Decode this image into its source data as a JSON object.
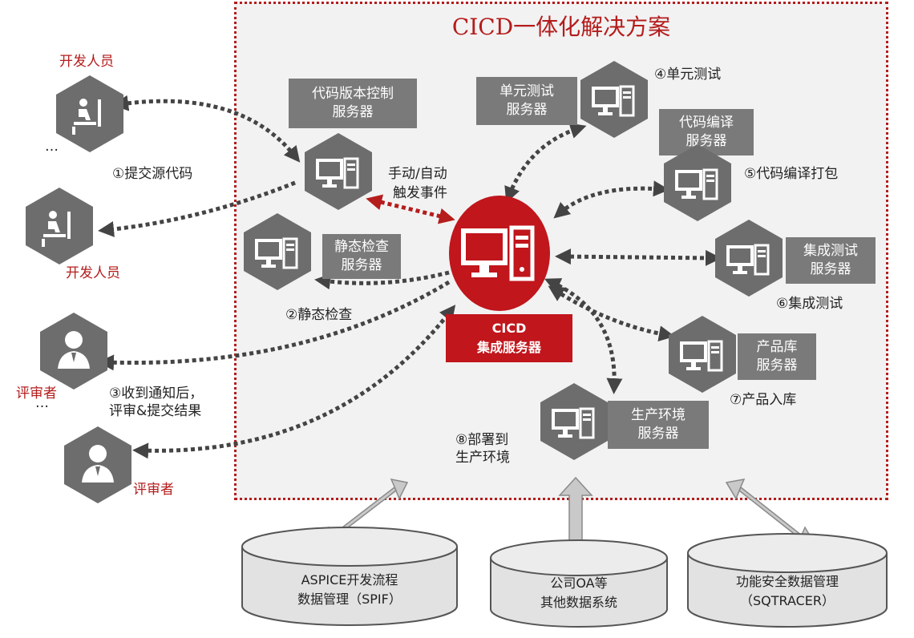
{
  "title": "CICD一体化解决方案",
  "developers": {
    "top_label": "开发人员",
    "bottom_label": "开发人员",
    "ellipsis": "…"
  },
  "reviewers": {
    "top_label": "评审者",
    "bottom_label": "评审者",
    "ellipsis": "…"
  },
  "steps": {
    "s1": "①提交源代码",
    "s2": "②静态检查",
    "s3_line1": "③收到通知后，",
    "s3_line2": "评审&提交结果",
    "s4": "④单元测试",
    "s5": "⑤代码编译打包",
    "s6": "⑥集成测试",
    "s7": "⑦产品入库",
    "s8_line1": "⑧部署到",
    "s8_line2": "生产环境"
  },
  "trigger": {
    "line1": "手动/自动",
    "line2": "触发事件"
  },
  "servers": {
    "vcs": {
      "line1": "代码版本控制",
      "line2": "服务器"
    },
    "static": {
      "line1": "静态检查",
      "line2": "服务器"
    },
    "unit_test": {
      "line1": "单元测试",
      "line2": "服务器"
    },
    "compile": {
      "line1": "代码编译",
      "line2": "服务器"
    },
    "integration_test": {
      "line1": "集成测试",
      "line2": "服务器"
    },
    "product_repo": {
      "line1": "产品库",
      "line2": "服务器"
    },
    "production": {
      "line1": "生产环境",
      "line2": "服务器"
    },
    "cicd": {
      "line1": "CICD",
      "line2": "集成服务器"
    }
  },
  "databases": [
    {
      "line1": "ASPICE开发流程",
      "line2": "数据管理（SPIF）"
    },
    {
      "line1": "公司OA等",
      "line2": "其他数据系统"
    },
    {
      "line1": "功能安全数据管理",
      "line2": "（SQTRACER）"
    }
  ],
  "colors": {
    "accent": "#b51c1c",
    "hex_gray": "#6d6d6d",
    "box_gray": "#7a7a7a",
    "arrow": "#444444"
  }
}
